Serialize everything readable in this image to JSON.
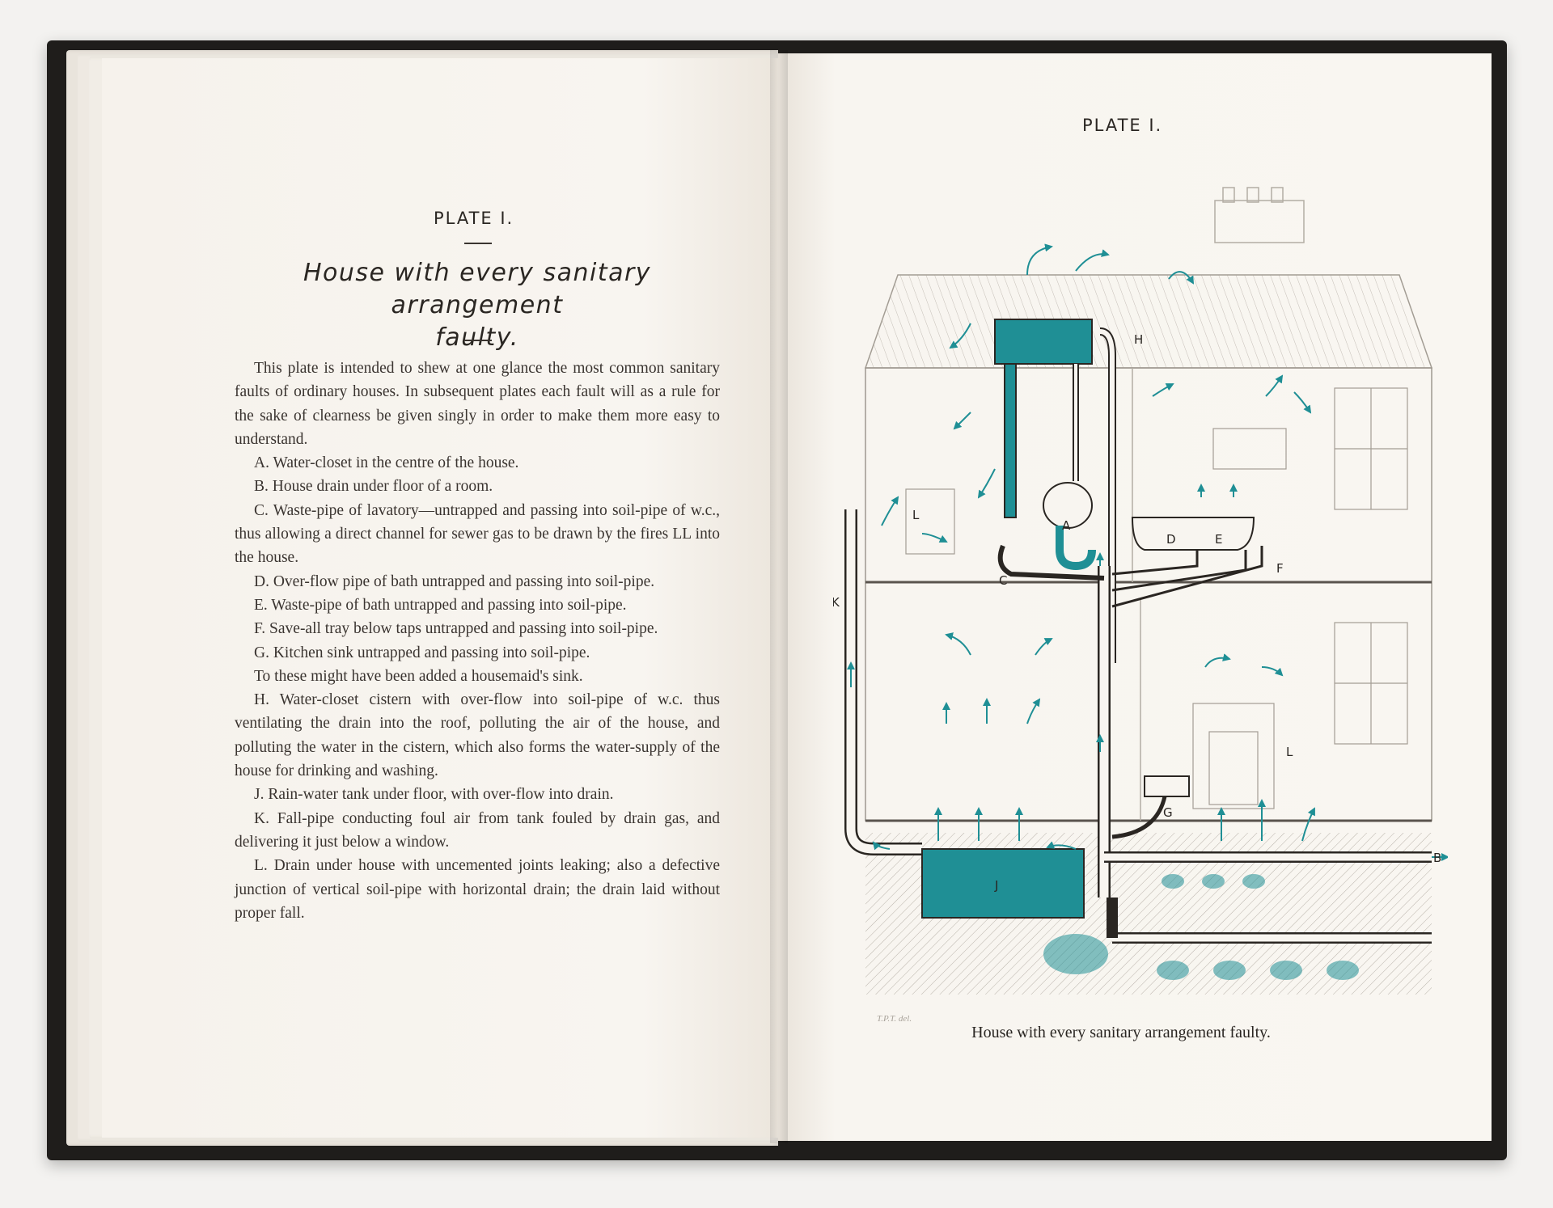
{
  "left_page": {
    "plate_heading": "PLATE I.",
    "title_line1": "House with every sanitary arrangement",
    "title_line2": "faulty.",
    "paragraphs": [
      "This plate is intended to shew at one glance the most common sanitary faults of ordinary houses. In subsequent plates each fault will as a rule for the sake of clearness be given singly in order to make them more easy to understand.",
      "A. Water-closet in the centre of the house.",
      "B. House drain under floor of a room.",
      "C. Waste-pipe of lavatory—untrapped and passing into soil-pipe of w.c., thus allowing a direct channel for sewer gas to be drawn by the fires LL into the house.",
      "D. Over-flow pipe of bath untrapped and passing into soil-pipe.",
      "E. Waste-pipe of bath untrapped and passing into soil-pipe.",
      "F. Save-all tray below taps untrapped and passing into soil-pipe.",
      "G. Kitchen sink untrapped and passing into soil-pipe.",
      "To these might have been added a housemaid's sink.",
      "H. Water-closet cistern with over-flow into soil-pipe of w.c. thus ventilating the drain into the roof, polluting the air of the house, and polluting the water in the cistern, which also forms the water-supply of the house for drinking and washing.",
      "J. Rain-water tank under floor, with over-flow into drain.",
      "K. Fall-pipe conducting foul air from tank fouled by drain gas, and delivering it just below a window.",
      "L. Drain under house with uncemented joints leaking; also a defective junction of vertical soil-pipe with horizontal drain; the drain laid without proper fall."
    ]
  },
  "right_page": {
    "plate_heading": "PLATE I.",
    "caption": "House with every sanitary arrangement faulty.",
    "artist_mark": "T.P.T. del.",
    "diagram_labels": {
      "a": "A",
      "b": "B",
      "c": "C",
      "d": "D",
      "e": "E",
      "f": "F",
      "g": "G",
      "h": "H",
      "j": "J",
      "k": "K",
      "l_upper": "L",
      "l_lower": "L"
    }
  },
  "colors": {
    "teal": "#1f8f95",
    "ink": "#2a2622",
    "paper": "#f8f5f0",
    "cover": "#1f1d1b"
  }
}
